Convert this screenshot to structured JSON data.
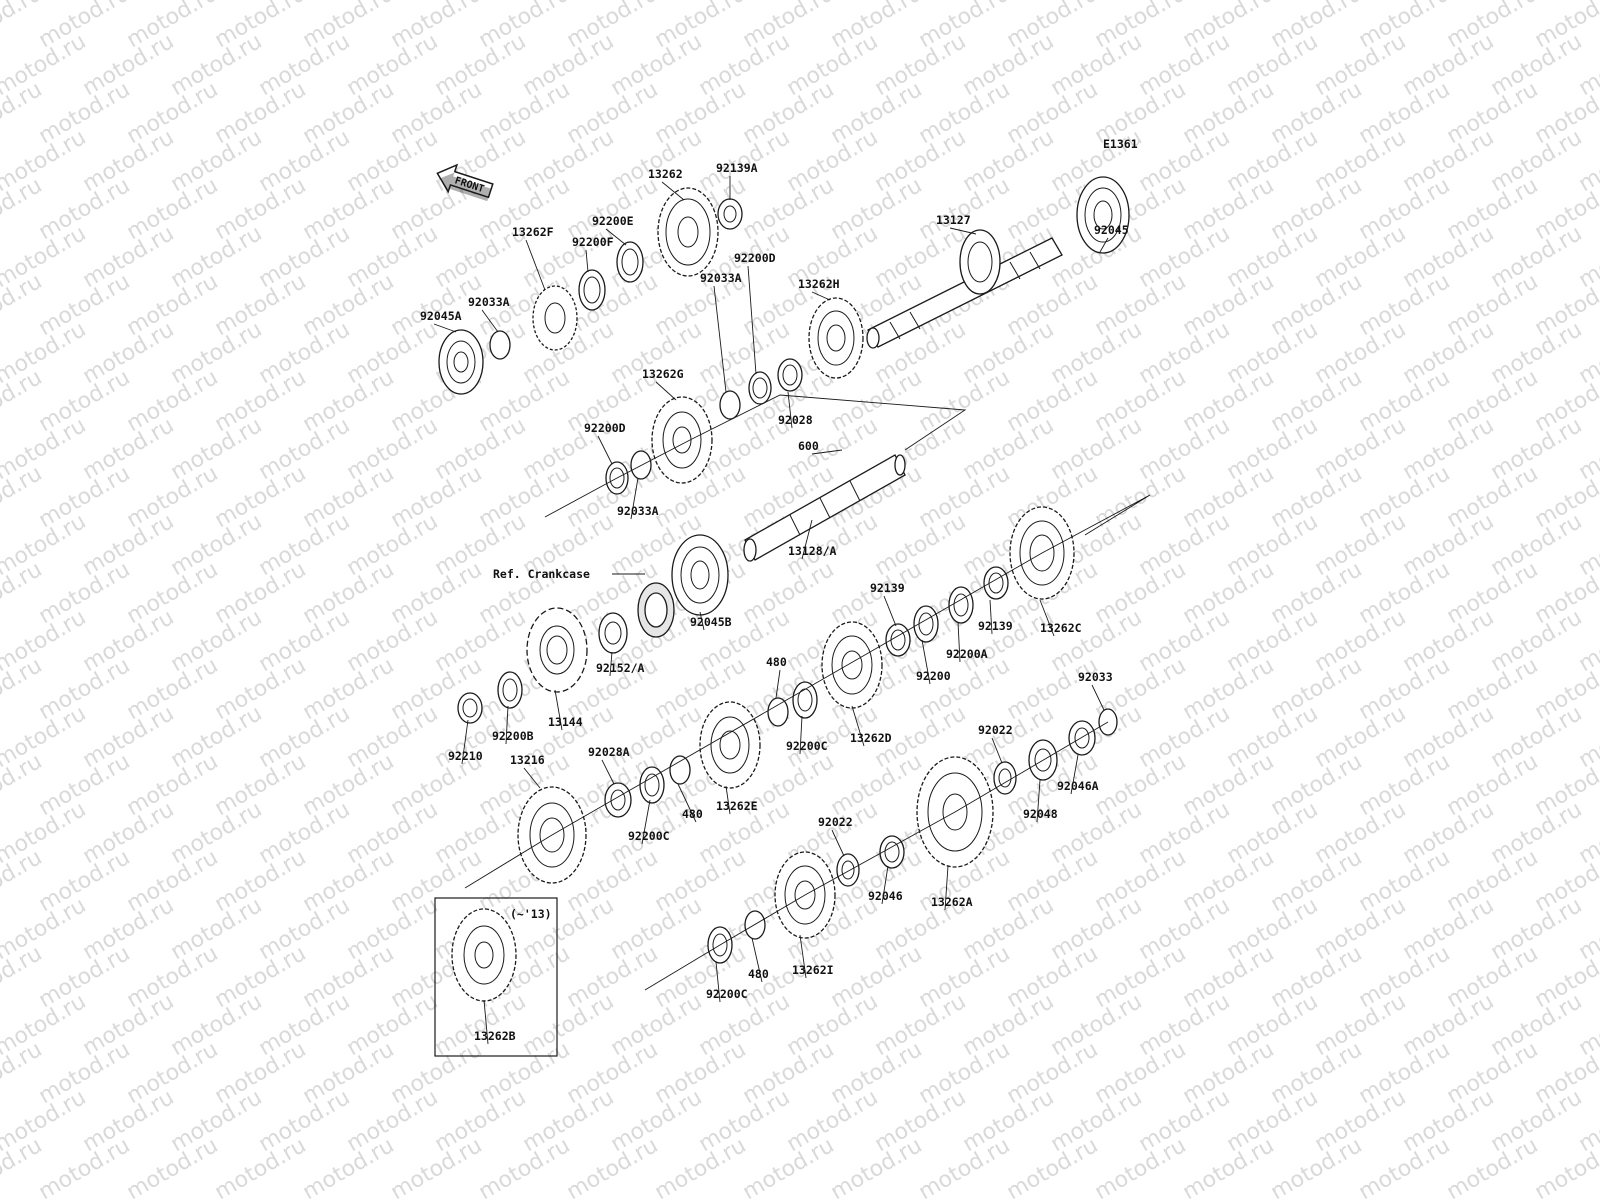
{
  "diagram": {
    "code": "E1361",
    "front_label": "FRONT",
    "watermark": "motod.ru",
    "ref_label": "Ref. Crankcase",
    "inset_note": "(~'13)",
    "parts": [
      {
        "id": "92139A"
      },
      {
        "id": "13262"
      },
      {
        "id": "92200E"
      },
      {
        "id": "92200F"
      },
      {
        "id": "13262F"
      },
      {
        "id": "92033A"
      },
      {
        "id": "92045A"
      },
      {
        "id": "13127"
      },
      {
        "id": "92045"
      },
      {
        "id": "13262H"
      },
      {
        "id": "92200D"
      },
      {
        "id": "92033A"
      },
      {
        "id": "13262G"
      },
      {
        "id": "92028"
      },
      {
        "id": "92200D"
      },
      {
        "id": "92033A"
      },
      {
        "id": "600"
      },
      {
        "id": "13128/A"
      },
      {
        "id": "92045B"
      },
      {
        "id": "92152/A"
      },
      {
        "id": "13144"
      },
      {
        "id": "92200B"
      },
      {
        "id": "92210"
      },
      {
        "id": "92139"
      },
      {
        "id": "92200"
      },
      {
        "id": "92200A"
      },
      {
        "id": "92139"
      },
      {
        "id": "13262C"
      },
      {
        "id": "480"
      },
      {
        "id": "92200C"
      },
      {
        "id": "13262D"
      },
      {
        "id": "92033"
      },
      {
        "id": "92022"
      },
      {
        "id": "92048"
      },
      {
        "id": "92046A"
      },
      {
        "id": "92028A"
      },
      {
        "id": "480"
      },
      {
        "id": "92200C"
      },
      {
        "id": "13262E"
      },
      {
        "id": "13216"
      },
      {
        "id": "92022"
      },
      {
        "id": "92046"
      },
      {
        "id": "13262A"
      },
      {
        "id": "480"
      },
      {
        "id": "92200C"
      },
      {
        "id": "13262I"
      },
      {
        "id": "13262B"
      }
    ]
  }
}
